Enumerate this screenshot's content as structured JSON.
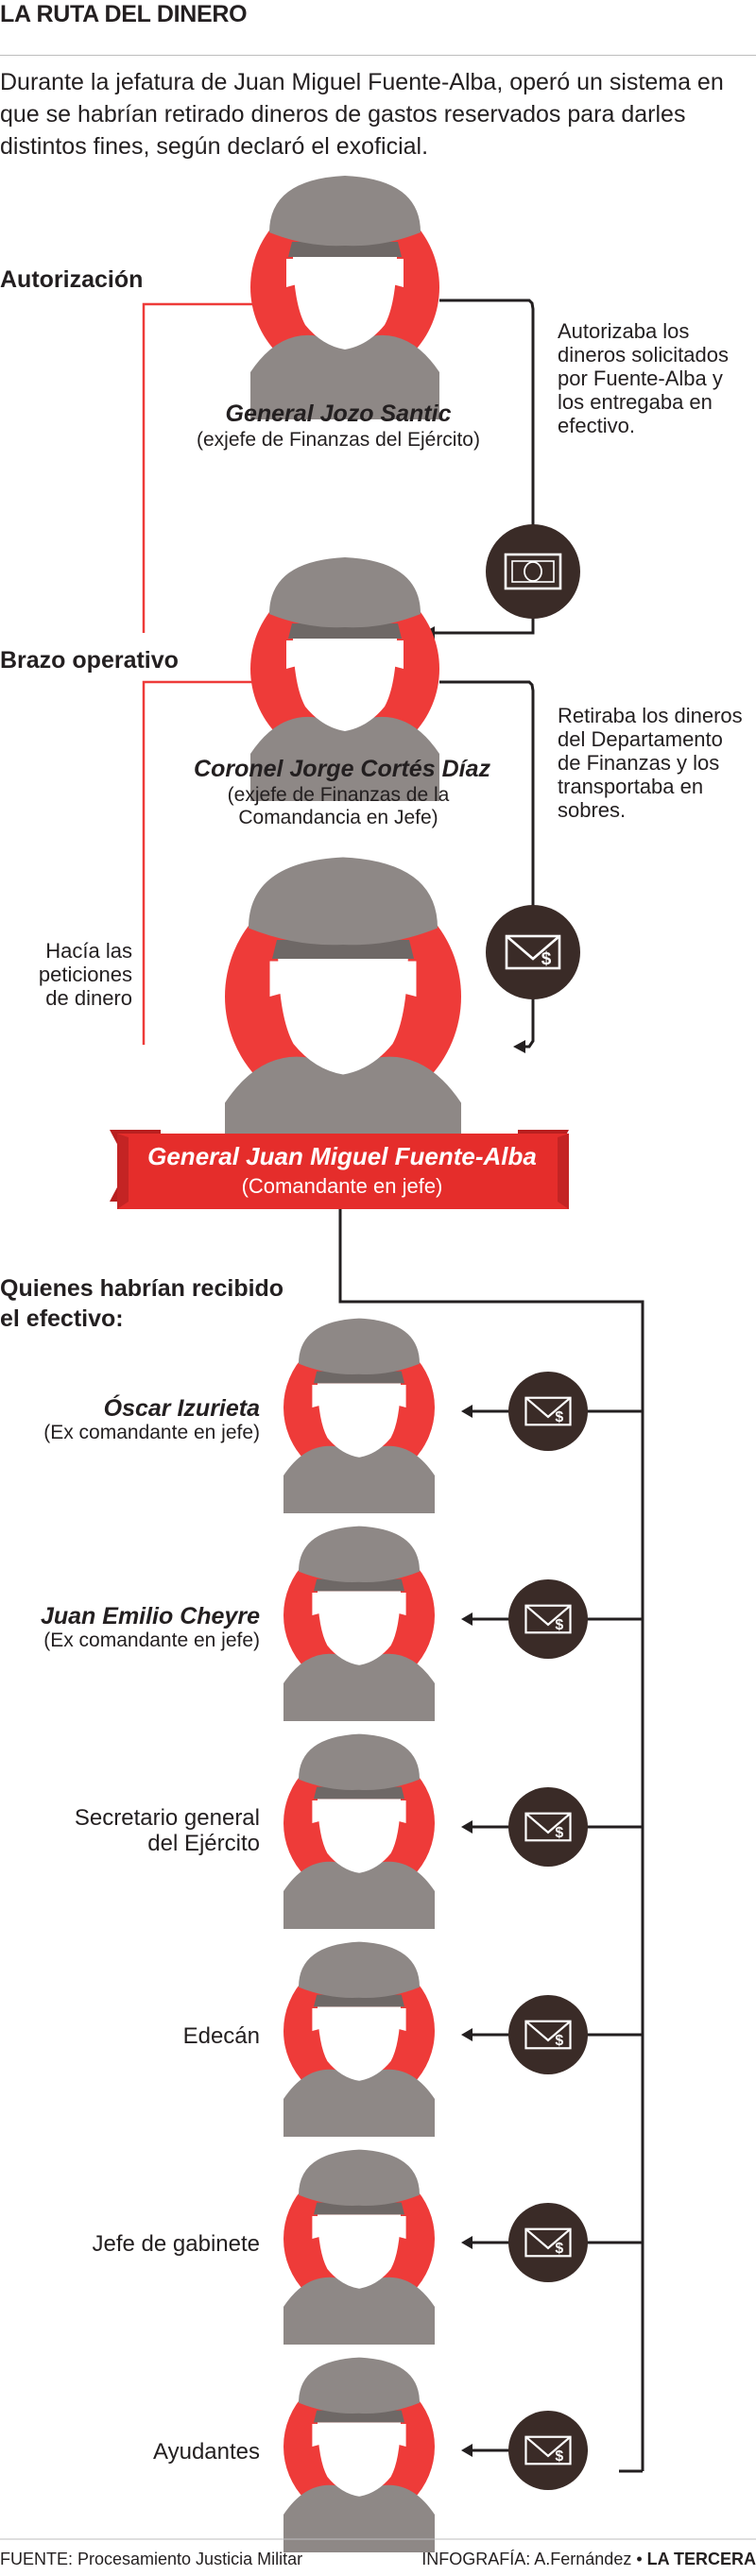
{
  "title": "LA RUTA DEL DINERO",
  "intro": "Durante la jefatura de Juan Miguel Fuente-Alba, operó un sistema en que se habrían retirado dineros de gastos reservados para darles distintos fines, según declaró el exoficial.",
  "sections": {
    "autorizacion": "Autorización",
    "brazo_operativo": "Brazo operativo",
    "recipients_line1": "Quienes habrían recibido",
    "recipients_line2": "el efectivo:"
  },
  "people": {
    "santic": {
      "name": "General Jozo Santic",
      "role": "(exjefe de Finanzas del Ejército)"
    },
    "cortes": {
      "name": "Coronel Jorge Cortés Díaz",
      "role_line1": "(exjefe de Finanzas de la",
      "role_line2": "Comandancia en Jefe)"
    },
    "fuente_alba": {
      "name": "General Juan Miguel Fuente-Alba",
      "role": "(Comandante en jefe)"
    }
  },
  "notes": {
    "santic_lines": [
      "Autorizaba los",
      "dineros solicitados",
      "por Fuente-Alba y",
      "los entregaba en",
      "efectivo."
    ],
    "cortes_lines": [
      "Retiraba los dineros",
      "del Departamento",
      "de Finanzas y los",
      "transportaba en",
      "sobres."
    ],
    "request_lines": [
      "Hacía las",
      "peticiones",
      "de dinero"
    ]
  },
  "recipients": [
    {
      "name": "Óscar Izurieta",
      "role": "(Ex comandante en jefe)"
    },
    {
      "name": "Juan Emilio Cheyre",
      "role": "(Ex comandante en jefe)"
    },
    {
      "line1": "Secretario general",
      "line2": "del Ejército"
    },
    {
      "line1": "Edecán"
    },
    {
      "line1": "Jefe de gabinete"
    },
    {
      "line1": "Ayudantes"
    }
  ],
  "footer": {
    "source": "FUENTE: Procesamiento Justicia Militar",
    "credit": "INFOGRAFÍA: A.Fernández •",
    "outlet": "LA TERCERA"
  },
  "icons": [
    "officer-icon",
    "banknote-icon",
    "envelope-dollar-icon",
    "arrow-icon"
  ],
  "colors": {
    "red": "#ee3b39",
    "gray": "#8e8886",
    "dark": "#3a2b27",
    "text": "#231f20",
    "banner": "#e52d2b"
  }
}
